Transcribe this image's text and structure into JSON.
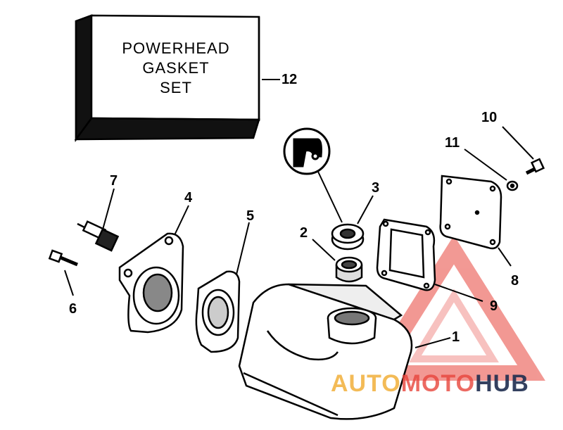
{
  "gasket_box": {
    "line1": "POWERHEAD",
    "line2": "GASKET",
    "line3": "SET"
  },
  "callouts": {
    "c1": "1",
    "c2": "2",
    "c3": "3",
    "c4": "4",
    "c5": "5",
    "c6": "6",
    "c7": "7",
    "c8": "8",
    "c9": "9",
    "c10": "10",
    "c11": "11",
    "c12": "12"
  },
  "watermark": {
    "part1": "AUTO",
    "part2": "MOTO",
    "part3": "HUB",
    "color_primary": "#e8453c",
    "color_accent": "#f2b03a",
    "color_dark": "#1f2d4f"
  }
}
